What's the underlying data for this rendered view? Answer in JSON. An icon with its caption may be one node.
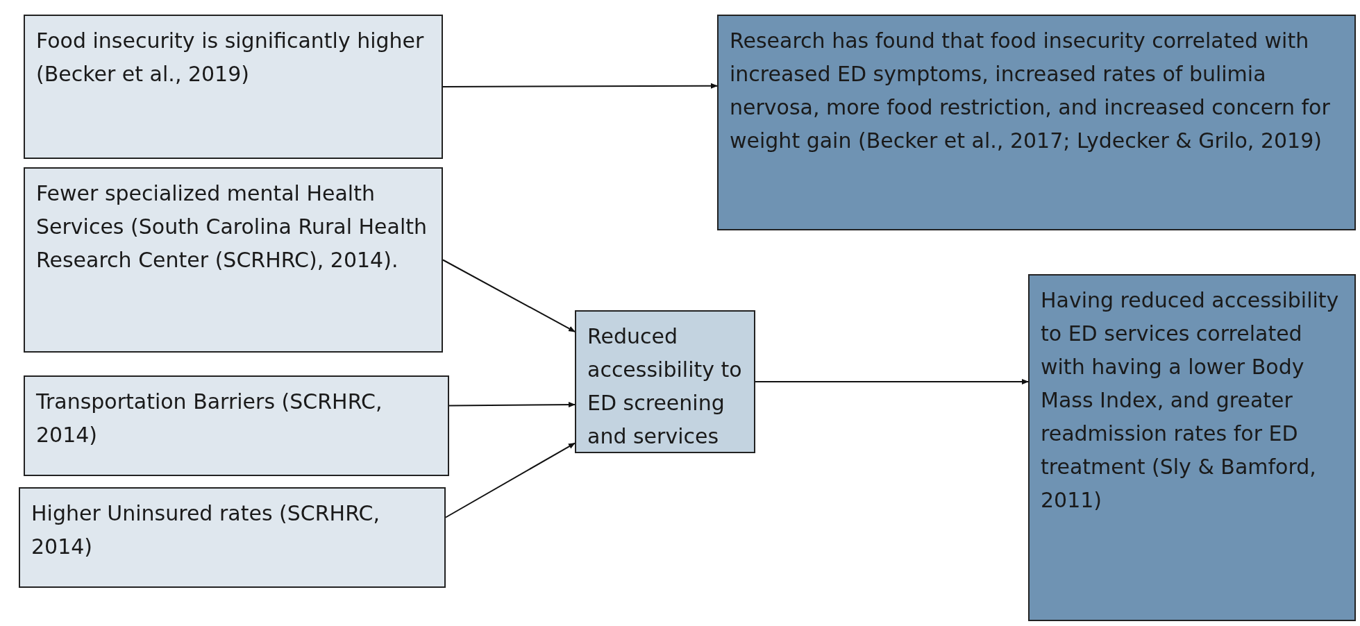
{
  "diagram": {
    "nodes": [
      {
        "text": [
          "Food insecurity is significantly higher  (Becker et al., 2019)"
        ]
      },
      {
        "text": [
          "Fewer specialized mental Health Services (South Carolina Rural Health Research Center (SCRHRC), 2014)."
        ]
      },
      {
        "text": [
          "Transportation Barriers (SCRHRC, 2014)"
        ]
      },
      {
        "text": [
          "Higher Uninsured rates (SCRHRC, 2014)"
        ]
      },
      {
        "text": [
          "Reduced accessibility to ED screening and services"
        ]
      },
      {
        "text": [
          "Research has found that food insecurity correlated with increased ED symptoms, increased rates of bulimia nervosa, more food restriction, and increased concern for weight gain (Becker et al., 2017; Lydecker & Grilo, 2019)"
        ]
      },
      {
        "text": [
          "Having reduced accessibility to ED services correlated with having a lower Body Mass Index, and greater readmission rates for ED treatment (Sly & Bamford, 2011)"
        ]
      }
    ],
    "edges": [
      {
        "from": 0,
        "to": 5,
        "arrow": "to"
      },
      {
        "from": 1,
        "to": 4,
        "arrow": "to"
      },
      {
        "from": 2,
        "to": 4,
        "arrow": "to"
      },
      {
        "from": 3,
        "to": 4,
        "arrow": "to"
      },
      {
        "from": 4,
        "to": 6,
        "arrow": "to"
      }
    ]
  }
}
